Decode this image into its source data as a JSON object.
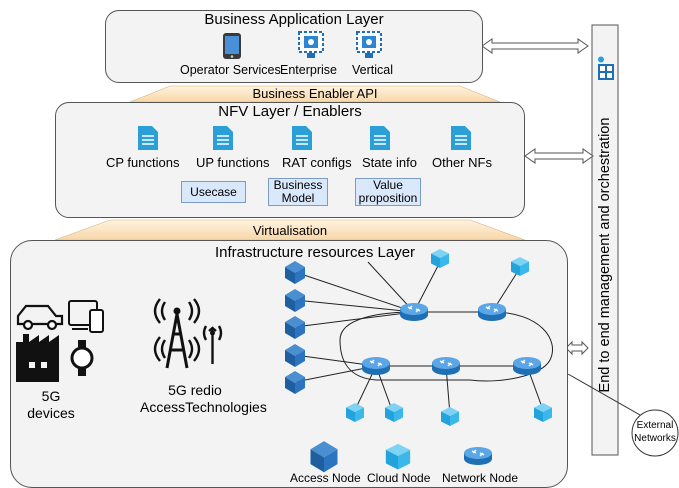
{
  "business_layer": {
    "title": "Business Application Layer",
    "items": [
      "Operator Services",
      "Enterprise",
      "Vertical"
    ]
  },
  "business_enabler_api": "Business Enabler API",
  "nfv_layer": {
    "title": "NFV Layer / Enablers",
    "functions": [
      "CP functions",
      "UP functions",
      "RAT configs",
      "State info",
      "Other NFs"
    ],
    "notes": [
      "Usecase",
      "Business Model",
      "Value proposition"
    ]
  },
  "virtualisation": "Virtualisation",
  "infra_layer": {
    "title": "Infrastructure resources Layer",
    "devices_label": "5G devices",
    "radio_label": "5G redio AccessTechnologies",
    "legend": [
      "Access Node",
      "Cloud Node",
      "Network Node"
    ]
  },
  "orchestration": "End to end management and orchestration",
  "external": "External Networks",
  "colors": {
    "node_blue": "#1f6fb5",
    "cloud_cyan": "#29a9e0",
    "doc_blue": "#2a9fd8",
    "layer_fill": "#f3f3f3",
    "trapezoid_fill": "#fbe5c8"
  }
}
